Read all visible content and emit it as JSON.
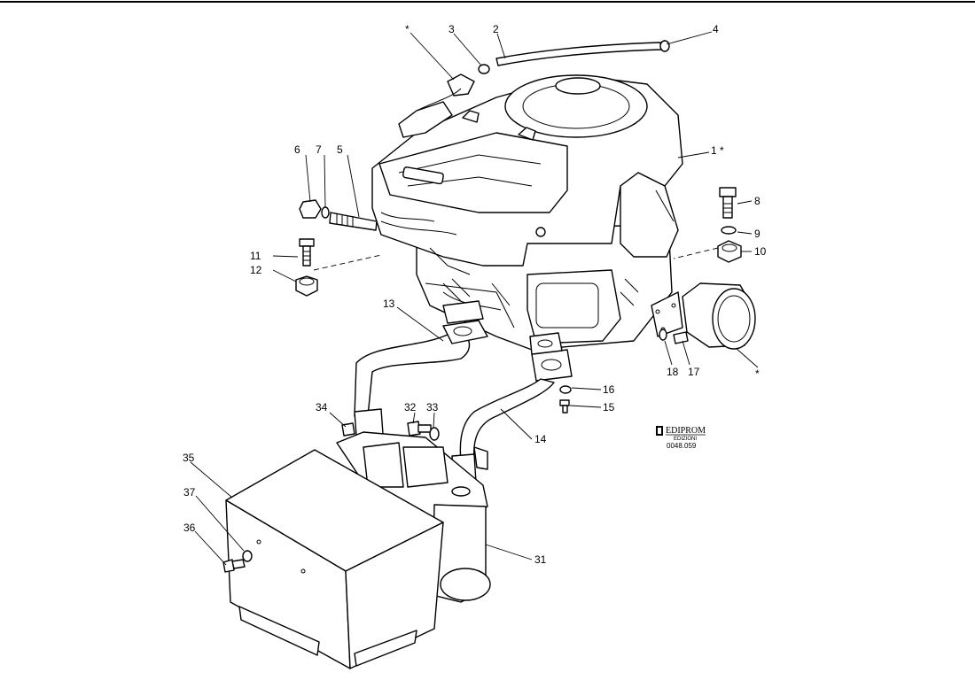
{
  "callouts": {
    "star_top": "*",
    "n1": "1 *",
    "n2": "2",
    "n3": "3",
    "n4": "4",
    "n5": "5",
    "n6": "6",
    "n7": "7",
    "n8": "8",
    "n9": "9",
    "n10": "10",
    "n11": "11",
    "n12": "12",
    "n13": "13",
    "n14": "14",
    "n15": "15",
    "n16": "16",
    "n17": "17",
    "n18": "18",
    "star_filter": "*",
    "n31": "31",
    "n32": "32",
    "n33": "33",
    "n34": "34",
    "n35": "35",
    "n36": "36",
    "n37": "37"
  },
  "logo": {
    "brand": "EDIPROM",
    "sub": "EDIZIONI",
    "code": "0048.059"
  }
}
